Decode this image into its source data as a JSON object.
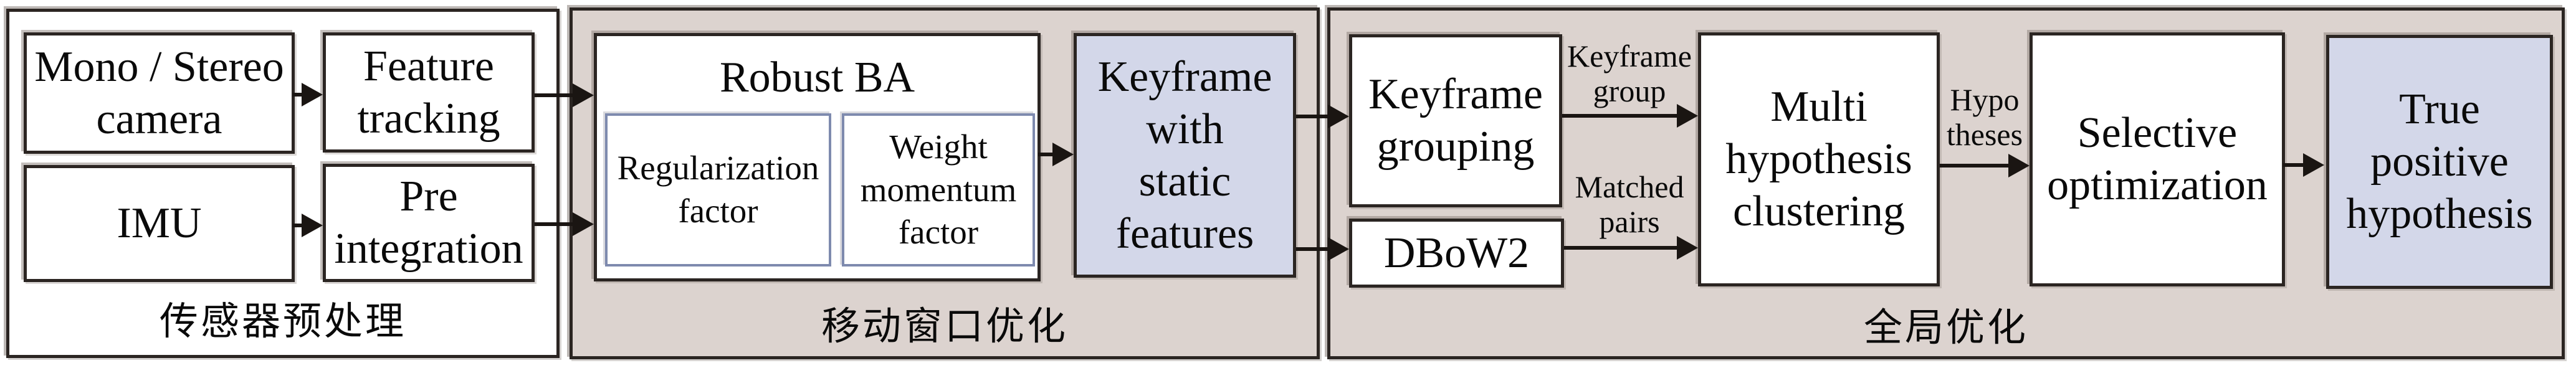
{
  "figure": {
    "groups": [
      {
        "label": "传感器预处理",
        "boxes": {
          "camera": "Mono / Stereo\ncamera",
          "feature_tracking": "Feature\ntracking",
          "imu": "IMU",
          "pre_integration": "Pre\nintegration"
        }
      },
      {
        "label": "移动窗口优化",
        "boxes": {
          "robust_ba": "Robust BA",
          "regularization_factor": "Regularization\nfactor",
          "weight_momentum_factor": "Weight\nmomentum\nfactor",
          "keyframe_static": "Keyframe\nwith\nstatic\nfeatures"
        }
      },
      {
        "label": "全局优化",
        "boxes": {
          "keyframe_grouping": "Keyframe\ngrouping",
          "dbow2": "DBoW2",
          "multi_hypothesis": "Multi\nhypothesis\nclustering",
          "selective_optimization": "Selective\noptimization",
          "true_positive": "True\npositive\nhypothesis"
        }
      }
    ],
    "arrow_labels": {
      "keyframe_group": "Keyframe\ngroup",
      "matched_pairs": "Matched\npairs",
      "hypotheses": "Hypo\ntheses"
    },
    "colors": {
      "panel_bg": "#dcd3cf",
      "highlight_bg": "#d3d7e9",
      "factor_border": "#7e8aae",
      "box_border": "#2b2522",
      "line": "#1a1512"
    }
  }
}
